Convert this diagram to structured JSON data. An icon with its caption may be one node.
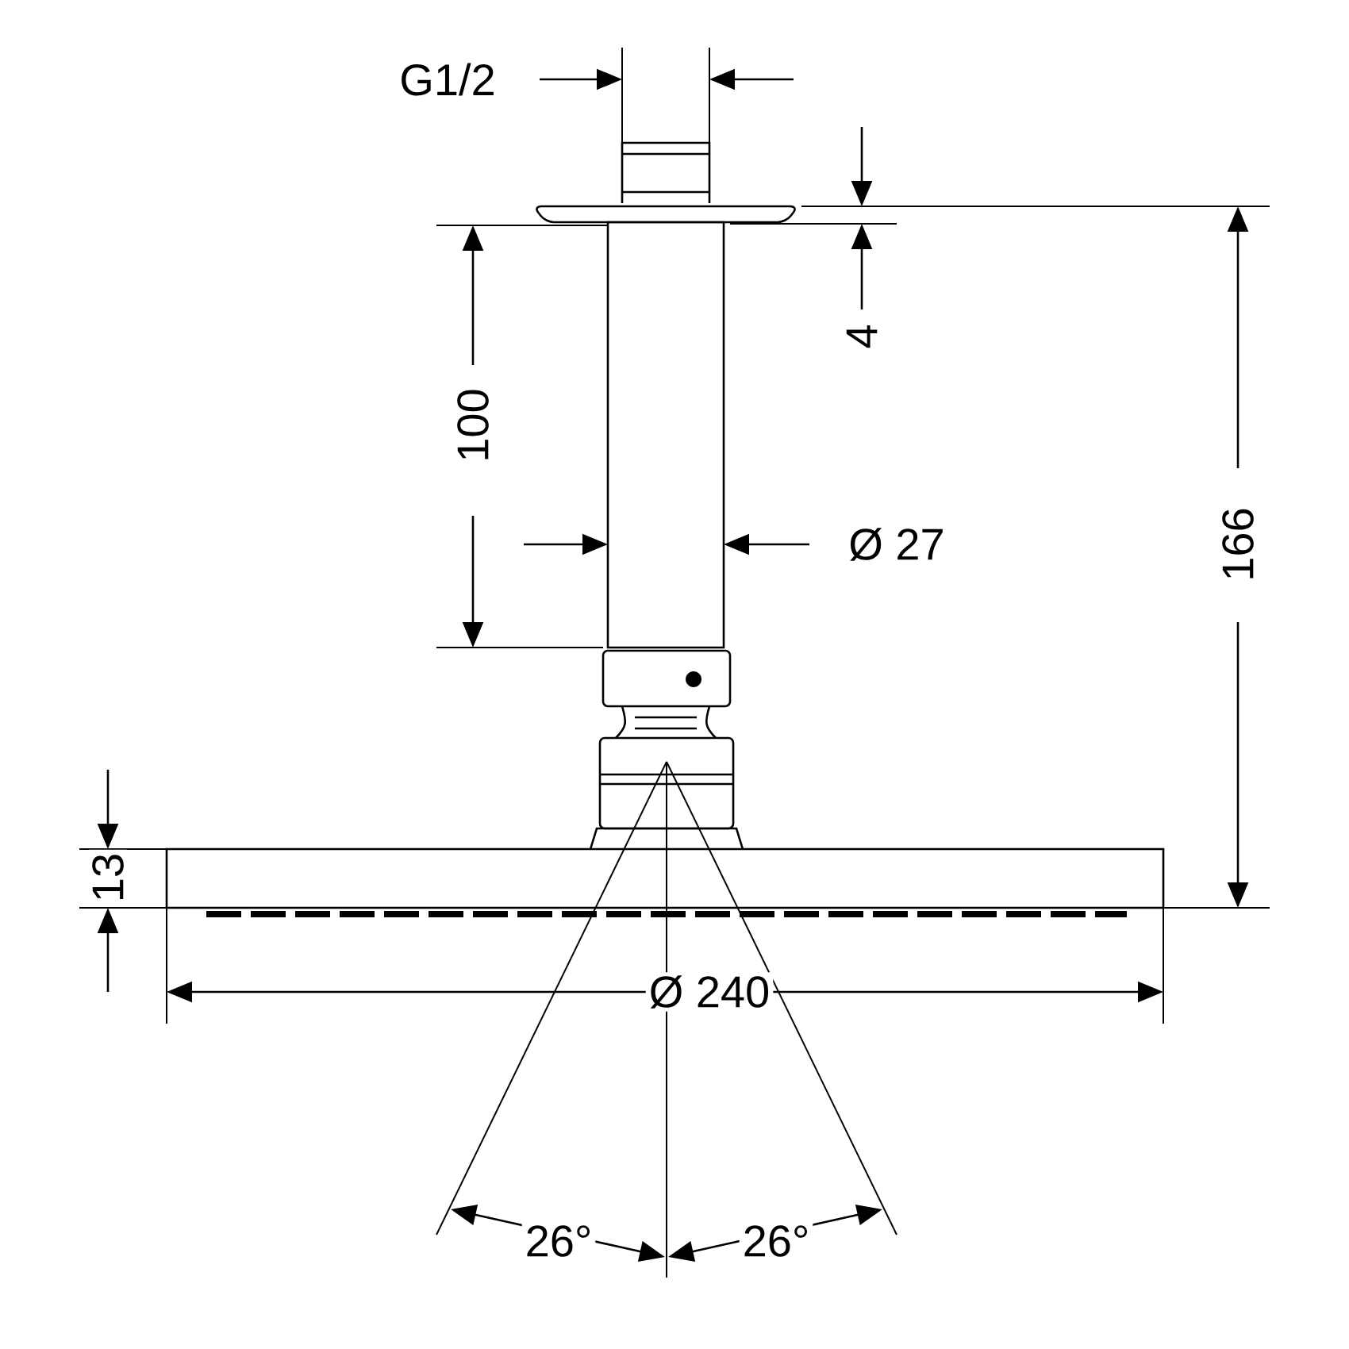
{
  "diagram": {
    "labels": [
      "G1/2",
      "4",
      "100",
      "Ø 27",
      "166",
      "13",
      "Ø 240",
      "26°",
      "26°"
    ]
  }
}
